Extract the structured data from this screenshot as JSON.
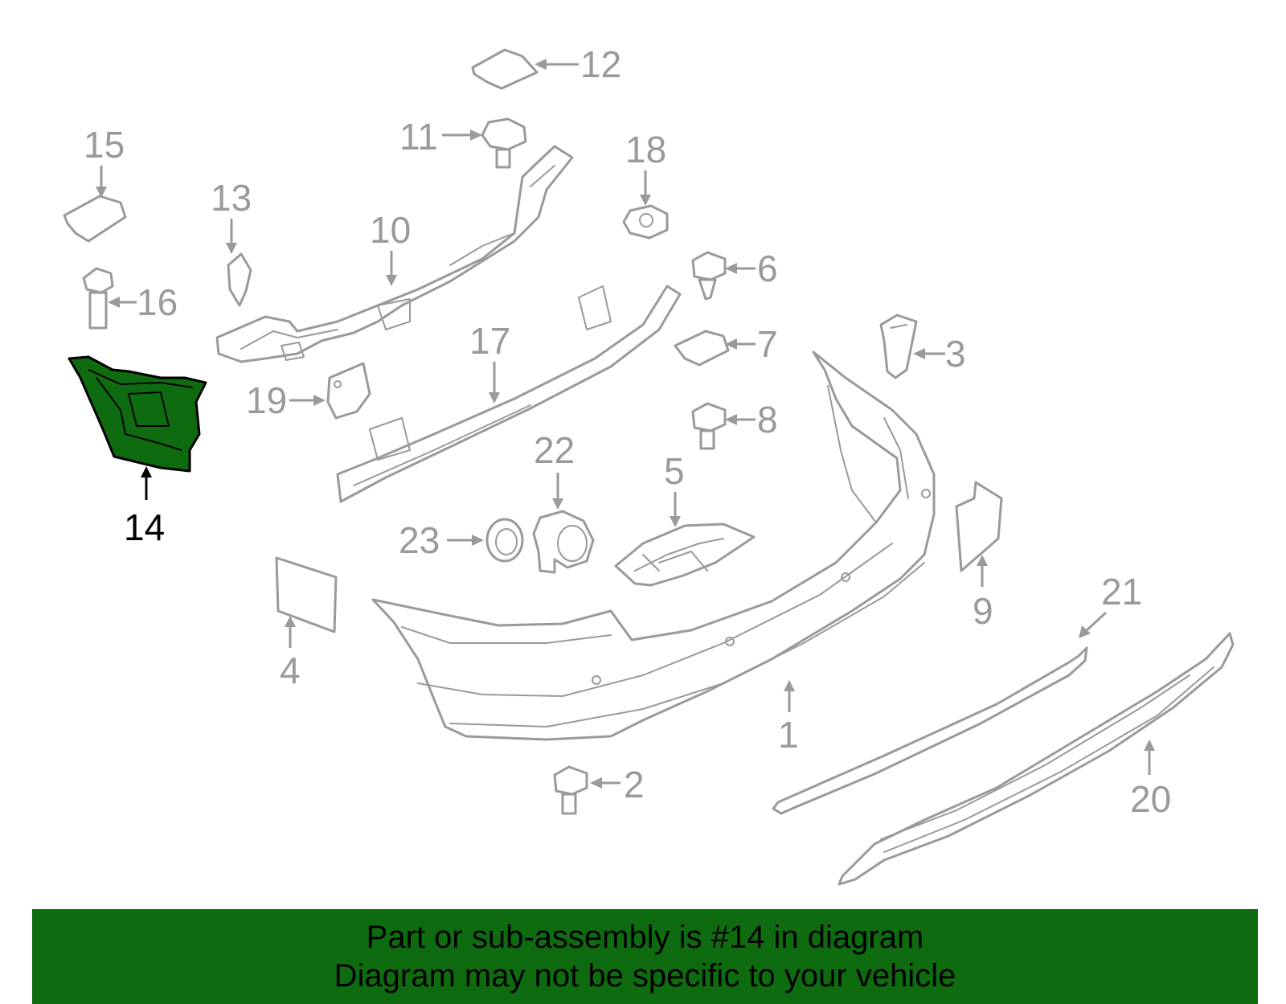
{
  "diagram": {
    "highlighted_part": "14",
    "callouts": {
      "c1": "1",
      "c2": "2",
      "c3": "3",
      "c4": "4",
      "c5": "5",
      "c6": "6",
      "c7": "7",
      "c8": "8",
      "c9": "9",
      "c10": "10",
      "c11": "11",
      "c12": "12",
      "c13": "13",
      "c14": "14",
      "c15": "15",
      "c16": "16",
      "c17": "17",
      "c18": "18",
      "c19": "19",
      "c20": "20",
      "c21": "21",
      "c22": "22",
      "c23": "23"
    },
    "colors": {
      "parts": "#9a9a9a",
      "highlight": "#0f6b0f",
      "highlight_outline": "#000000"
    }
  },
  "footer": {
    "line1": "Part or sub-assembly is #14 in diagram",
    "line2": "Diagram may not be specific to your vehicle",
    "background": "#0f6b0f"
  }
}
